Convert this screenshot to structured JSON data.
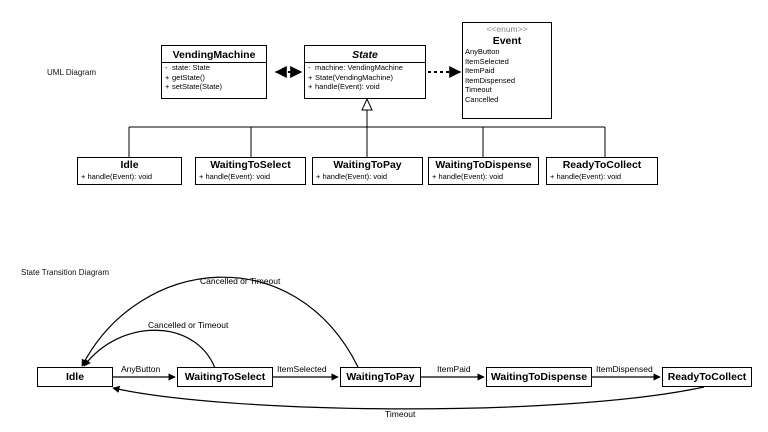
{
  "uml_label": "UML Diagram",
  "state_diagram_label": "State Transition Diagram",
  "classes": {
    "vending_machine": {
      "name": "VendingMachine",
      "members": [
        {
          "vis": "-",
          "text": "state: State"
        },
        {
          "vis": "+",
          "text": "getState()"
        },
        {
          "vis": "+",
          "text": "setState(State)"
        }
      ]
    },
    "state": {
      "name": "State",
      "members": [
        {
          "vis": "-",
          "text": "machine: VendingMachine"
        },
        {
          "vis": "+",
          "text": "State(VendingMachine)"
        },
        {
          "vis": "+",
          "text": "handle(Event): void"
        }
      ]
    },
    "event": {
      "stereotype": "<<enum>>",
      "name": "Event",
      "values": [
        "AnyButton",
        "ItemSelected",
        "ItemPaid",
        "ItemDispensed",
        "Timeout",
        "Cancelled"
      ]
    },
    "subclasses": [
      {
        "name": "Idle",
        "method": "+ handle(Event): void"
      },
      {
        "name": "WaitingToSelect",
        "method": "+ handle(Event): void"
      },
      {
        "name": "WaitingToPay",
        "method": "+ handle(Event): void"
      },
      {
        "name": "WaitingToDispense",
        "method": "+ handle(Event): void"
      },
      {
        "name": "ReadyToCollect",
        "method": "+ handle(Event): void"
      }
    ]
  },
  "states": [
    "Idle",
    "WaitingToSelect",
    "WaitingToPay",
    "WaitingToDispense",
    "ReadyToCollect"
  ],
  "transitions": {
    "any_button": "AnyButton",
    "item_selected": "ItemSelected",
    "item_paid": "ItemPaid",
    "item_dispensed": "ItemDispensed",
    "timeout": "Timeout",
    "cancel_from_select": "Cancelled or Timeout",
    "cancel_from_pay": "Cancelled or Timeout"
  }
}
